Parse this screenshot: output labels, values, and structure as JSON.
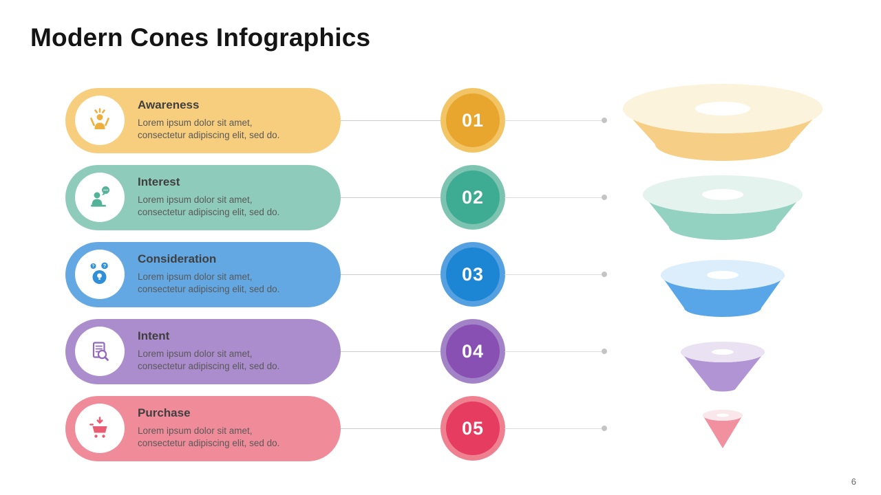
{
  "slide": {
    "title": "Modern Cones Infographics",
    "page_number": "6"
  },
  "rows": [
    {
      "title": "Awareness",
      "description": "Lorem ipsum dolor sit amet,\nconsectetur adipiscing elit, sed do.",
      "number": "01",
      "icon": "cheering-person-icon",
      "colors": {
        "pill": "#F7CD7E",
        "icon": "#EDAF3E",
        "circle_outer": "#F2C463",
        "circle_inner": "#E9A62E",
        "cone_top": "#FCF3DC",
        "cone_side": "#F6CE85"
      }
    },
    {
      "title": "Interest",
      "description": "Lorem ipsum dolor sit amet,\nconsectetur adipiscing elit, sed do.",
      "number": "02",
      "icon": "person-chat-icon",
      "colors": {
        "pill": "#8FCBBA",
        "icon": "#55B29A",
        "circle_outer": "#7DC3B1",
        "circle_inner": "#3EAC92",
        "cone_top": "#E5F3EF",
        "cone_side": "#93D1C0"
      }
    },
    {
      "title": "Consideration",
      "description": "Lorem ipsum dolor sit amet,\nconsectetur adipiscing elit, sed do.",
      "number": "03",
      "icon": "thinking-head-icon",
      "colors": {
        "pill": "#63A8E3",
        "icon": "#2F8FD8",
        "circle_outer": "#55A0E0",
        "circle_inner": "#1C86D4",
        "cone_top": "#DCEDFB",
        "cone_side": "#58A6E7"
      }
    },
    {
      "title": "Intent",
      "description": "Lorem ipsum dolor sit amet,\nconsectetur adipiscing elit, sed do.",
      "number": "04",
      "icon": "document-search-icon",
      "colors": {
        "pill": "#AB8CCC",
        "icon": "#9268BE",
        "circle_outer": "#A383C7",
        "circle_inner": "#8950B4",
        "cone_top": "#EAE2F3",
        "cone_side": "#B194D3"
      }
    },
    {
      "title": "Purchase",
      "description": "Lorem ipsum dolor sit amet,\nconsectetur adipiscing elit, sed do.",
      "number": "05",
      "icon": "shopping-cart-icon",
      "colors": {
        "pill": "#F08C9A",
        "icon": "#E85C74",
        "circle_outer": "#EE8090",
        "circle_inner": "#E63C5F",
        "cone_top": "#F9E7EB",
        "cone_side": "#F1909F"
      }
    }
  ]
}
